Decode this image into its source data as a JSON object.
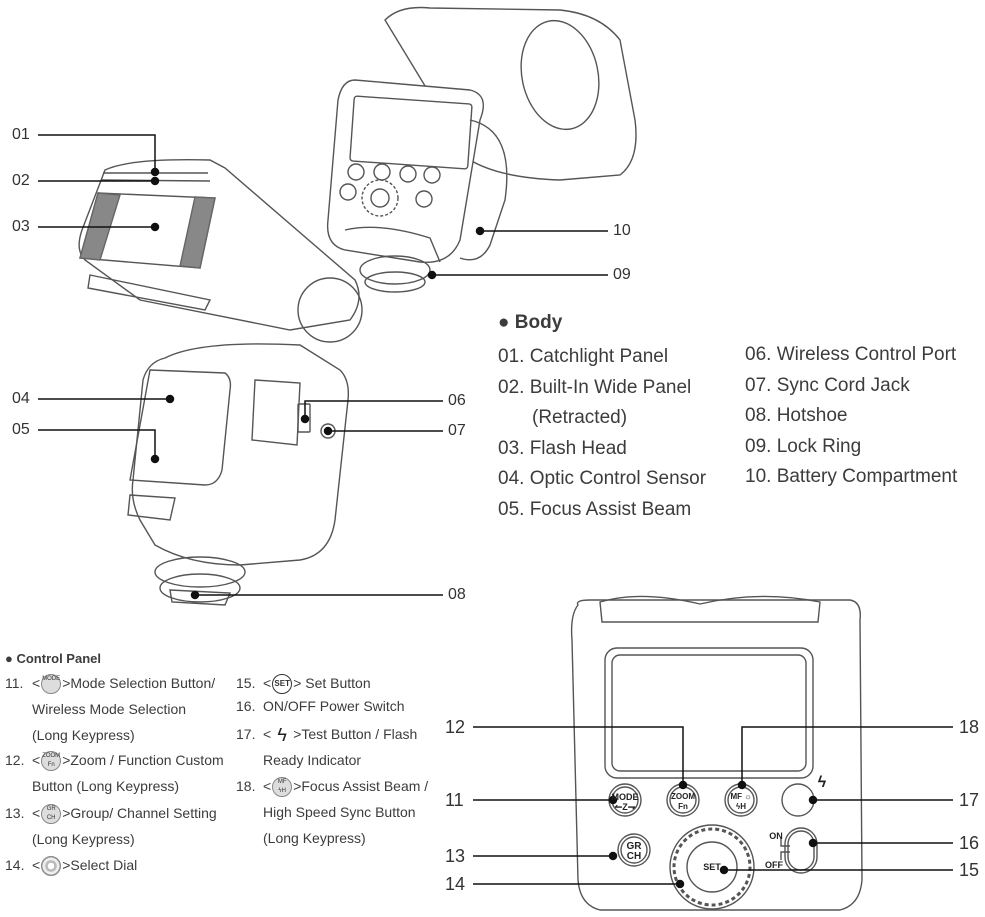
{
  "callouts": {
    "c01": "01",
    "c02": "02",
    "c03": "03",
    "c04": "04",
    "c05": "05",
    "c06": "06",
    "c07": "07",
    "c08": "08",
    "c09": "09",
    "c10": "10",
    "c11": "11",
    "c12": "12",
    "c13": "13",
    "c14": "14",
    "c15": "15",
    "c16": "16",
    "c17": "17",
    "c18": "18"
  },
  "body_legend": {
    "heading": "● Body",
    "left": [
      "01. Catchlight Panel",
      "02. Built-In Wide Panel",
      "      (Retracted)",
      "03. Flash Head",
      "04. Optic Control Sensor",
      "05. Focus Assist Beam"
    ],
    "right": [
      "06. Wireless Control Port",
      "07. Sync Cord Jack",
      "08. Hotshoe",
      "09. Lock Ring",
      "10. Battery Compartment"
    ]
  },
  "control_panel_legend": {
    "heading": "● Control Panel",
    "items": [
      {
        "num": "11.",
        "icon": "mode-button-icon",
        "icon_text": "MODE",
        "line1": ">Mode Selection Button/",
        "line2": "Wireless Mode Selection",
        "line3": "(Long Keypress)"
      },
      {
        "num": "12.",
        "icon": "zoom-fn-button-icon",
        "icon_text": "ZOOM Fn",
        "line1": ">Zoom / Function Custom",
        "line2": "Button (Long Keypress)"
      },
      {
        "num": "13.",
        "icon": "gr-ch-button-icon",
        "icon_text": "GR CH",
        "line1": ">Group/ Channel Setting",
        "line2": "(Long Keypress)"
      },
      {
        "num": "14.",
        "icon": "select-dial-icon",
        "icon_text": "",
        "line1": ">Select Dial"
      },
      {
        "num": "15.",
        "icon": "set-button-icon",
        "icon_text": "SET",
        "line1": "> Set Button"
      },
      {
        "num": "16.",
        "line1": "ON/OFF Power Switch"
      },
      {
        "num": "17.",
        "icon": "flash-bolt-icon",
        "icon_text": "⚡",
        "line1": ">Test Button / Flash",
        "line2": "Ready Indicator"
      },
      {
        "num": "18.",
        "icon": "mf-hsync-button-icon",
        "icon_text": "MF",
        "line1": ">Focus Assist Beam /",
        "line2": "High Speed Sync Button",
        "line3": "(Long Keypress)"
      }
    ],
    "lt": "<"
  },
  "panel_buttons": {
    "mode_top": "MODE",
    "mode_bottom": "↼Z⇁",
    "zoom_top": "ZOOM",
    "zoom_bottom": "Fn",
    "mf_top": "MF ☼",
    "mf_bottom": "ϟH",
    "gr": "GR",
    "ch": "CH",
    "set": "SET",
    "on": "ON",
    "off": "OFF",
    "flash_glyph": "ϟ"
  }
}
